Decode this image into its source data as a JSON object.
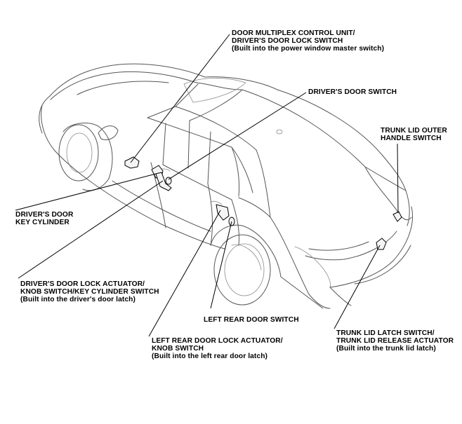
{
  "labels": {
    "multiplex": {
      "line1": "DOOR MULTIPLEX CONTROL UNIT/",
      "line2": "DRIVER'S DOOR LOCK SWITCH",
      "line3": "(Built into the power window master switch)"
    },
    "drivers_door_switch": {
      "line1": "DRIVER'S DOOR SWITCH"
    },
    "trunk_handle_switch": {
      "line1": "TRUNK LID OUTER",
      "line2": "HANDLE SWITCH"
    },
    "key_cylinder": {
      "line1": "DRIVER'S DOOR",
      "line2": "KEY CYLINDER"
    },
    "lock_actuator": {
      "line1": "DRIVER'S DOOR LOCK ACTUATOR/",
      "line2": "KNOB SWITCH/KEY CYLINDER SWITCH",
      "line3": "(Built into the driver's door latch)"
    },
    "left_rear_door_switch": {
      "line1": "LEFT REAR DOOR SWITCH"
    },
    "left_rear_actuator": {
      "line1": "LEFT REAR DOOR LOCK ACTUATOR/",
      "line2": "KNOB SWITCH",
      "line3": "(Built into the left rear door latch)"
    },
    "trunk_latch": {
      "line1": "TRUNK LID LATCH SWITCH/",
      "line2": "TRUNK LID RELEASE ACTUATOR",
      "line3": "(Built into the trunk lid latch)"
    }
  }
}
